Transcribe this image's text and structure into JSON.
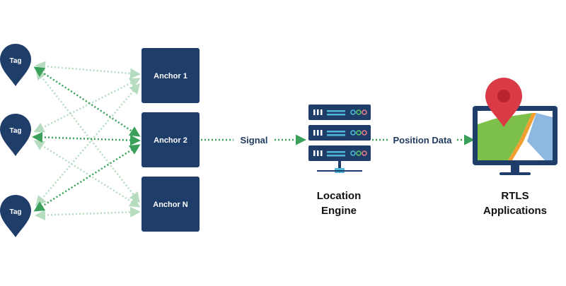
{
  "tags": [
    {
      "id": "tag-1",
      "label": "Tag"
    },
    {
      "id": "tag-2",
      "label": "Tag"
    },
    {
      "id": "tag-3",
      "label": "Tag"
    }
  ],
  "anchors": [
    {
      "id": "anchor-1",
      "label": "Anchor 1"
    },
    {
      "id": "anchor-2",
      "label": "Anchor 2"
    },
    {
      "id": "anchor-n",
      "label": "Anchor N"
    }
  ],
  "signal_label": "Signal",
  "position_label": "Position Data",
  "engine": {
    "line1": "Location",
    "line2": "Engine"
  },
  "apps": {
    "line1": "RTLS",
    "line2": "Applications"
  },
  "colors": {
    "navy": "#1e3d68",
    "arrow_strong": "#3aa05a",
    "arrow_faint": "#b6dcc0",
    "server_accent": "#4fb8d8",
    "led_green": "#5ac06a",
    "led_pink": "#e87a8a",
    "pin_red": "#d93a44",
    "map_green": "#7cc04a",
    "map_orange": "#f0a030",
    "map_blue": "#8fb8e0"
  }
}
